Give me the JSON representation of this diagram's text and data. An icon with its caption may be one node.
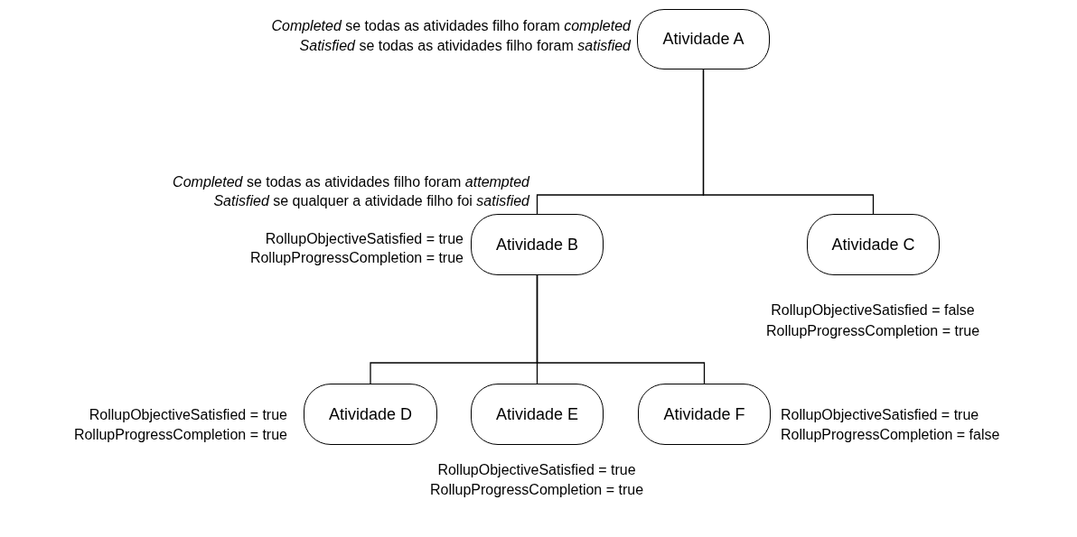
{
  "diagram": {
    "nodes": [
      {
        "text": [
          "Atividade A"
        ],
        "beside": [
          "*Completed* se todas as atividades filho foram *completed*",
          "*Satisfied* se todas as atividades filho foram *satisfied*"
        ]
      },
      {
        "text": [
          "Atividade B"
        ],
        "beside": [
          "*Completed* se todas as atividades filho foram *attempted*",
          "*Satisfied* se qualquer a atividade filho foi *satisfied*",
          "RollupObjectiveSatisfied = true",
          "RollupProgressCompletion = true"
        ]
      },
      {
        "text": [
          "Atividade C"
        ],
        "beside": [
          "RollupObjectiveSatisfied = false",
          "RollupProgressCompletion = true"
        ]
      },
      {
        "text": [
          "Atividade D"
        ],
        "beside": [
          "RollupObjectiveSatisfied = true",
          "RollupProgressCompletion = true"
        ]
      },
      {
        "text": [
          "Atividade E"
        ],
        "beside": [
          "RollupObjectiveSatisfied = true",
          "RollupProgressCompletion = true"
        ]
      },
      {
        "text": [
          "Atividade F"
        ],
        "beside": [
          "RollupObjectiveSatisfied = true",
          "RollupProgressCompletion = false"
        ]
      }
    ],
    "edges": [
      {
        "from": 0,
        "to": 1,
        "arrow": "none"
      },
      {
        "from": 0,
        "to": 2,
        "arrow": "none"
      },
      {
        "from": 1,
        "to": 3,
        "arrow": "none"
      },
      {
        "from": 1,
        "to": 4,
        "arrow": "none"
      },
      {
        "from": 1,
        "to": 5,
        "arrow": "none"
      }
    ]
  }
}
